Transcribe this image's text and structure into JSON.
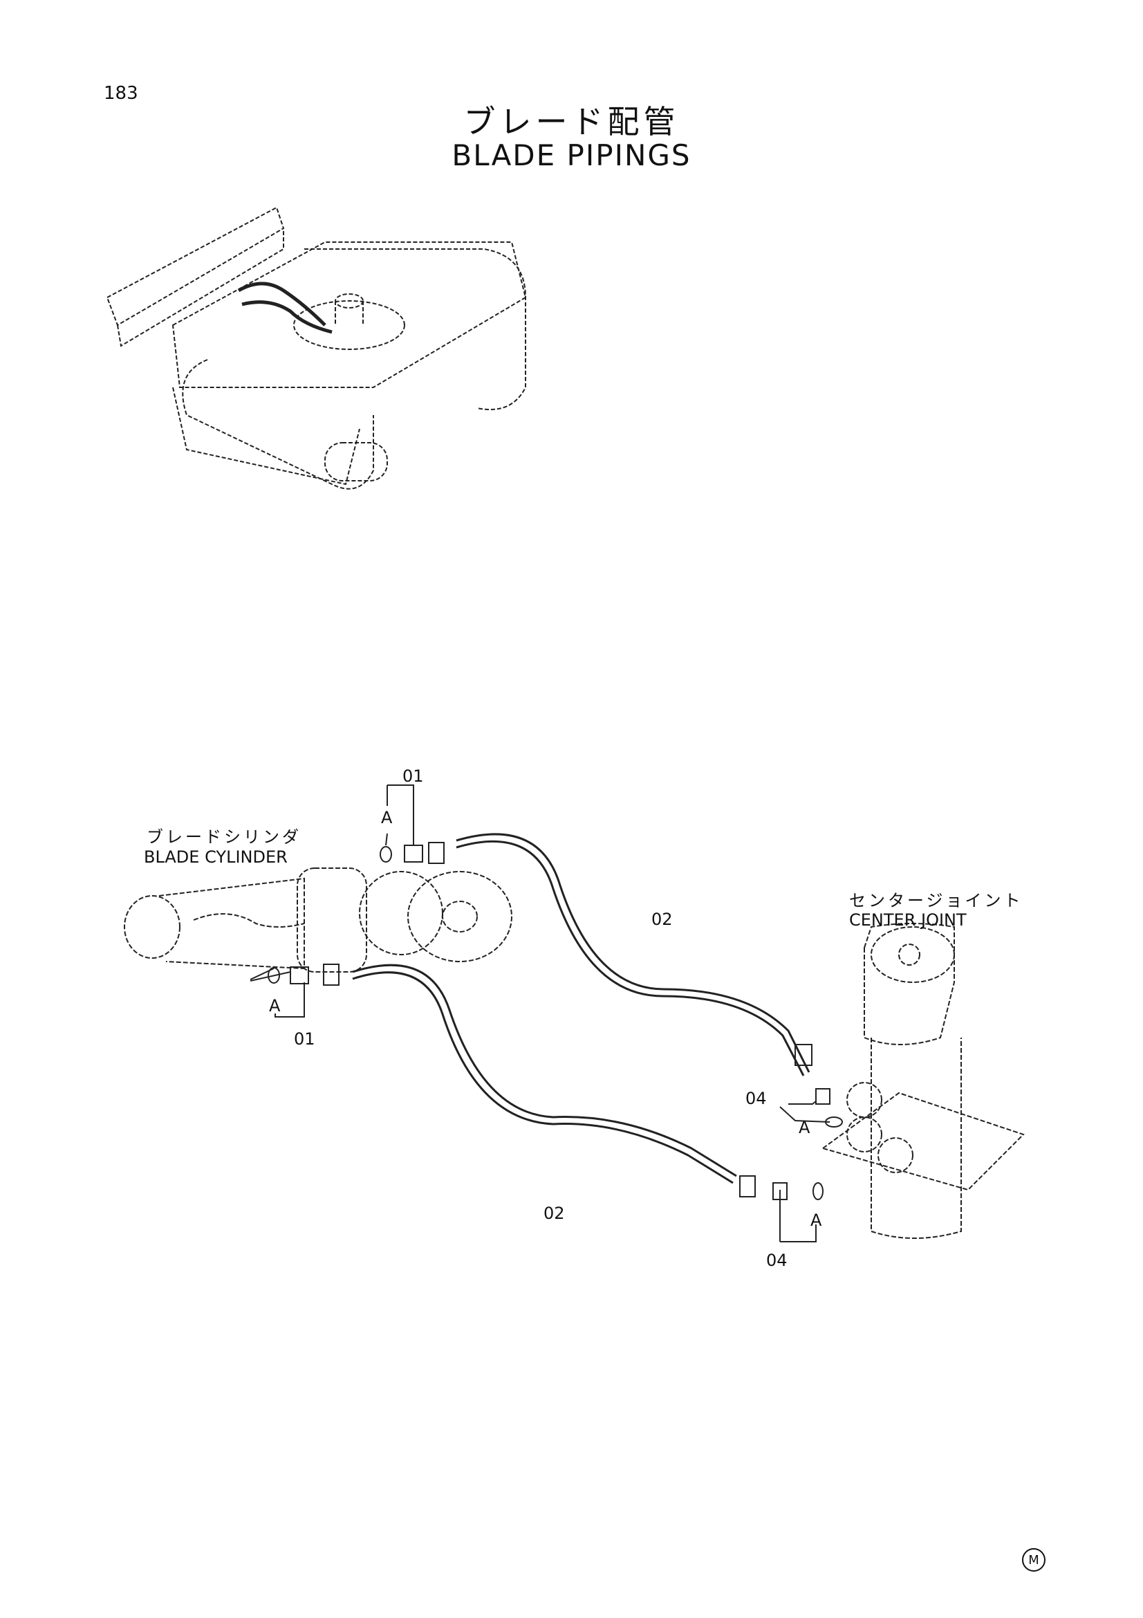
{
  "page_number": "183",
  "title_jp": "ブレード配管",
  "title_en": "BLADE PIPINGS",
  "components": {
    "blade_cylinder_jp": "ブレードシリンダ",
    "blade_cylinder_en": "BLADE CYLINDER",
    "center_joint_jp": "センタージョイント",
    "center_joint_en": "CENTER JOINT"
  },
  "callouts": {
    "part_01_top": "01",
    "part_01_bottom": "01",
    "part_02_top": "02",
    "part_02_bottom": "02",
    "part_04_top": "04",
    "part_04_bottom": "04",
    "ref_a_1": "A",
    "ref_a_2": "A",
    "ref_a_3": "A",
    "ref_a_4": "A"
  },
  "footer_mark": "M"
}
